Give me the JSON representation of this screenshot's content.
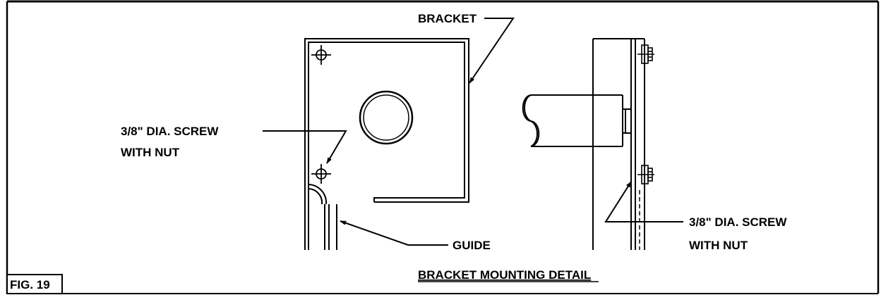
{
  "labels": {
    "bracket": "BRACKET",
    "screw_left_line1": "3/8\" DIA. SCREW",
    "screw_left_line2": "WITH NUT",
    "guide": "GUIDE",
    "screw_right_line1": "3/8\" DIA. SCREW",
    "screw_right_line2": "WITH NUT"
  },
  "caption": "BRACKET MOUNTING DETAIL",
  "figure_label": "FIG. 19"
}
